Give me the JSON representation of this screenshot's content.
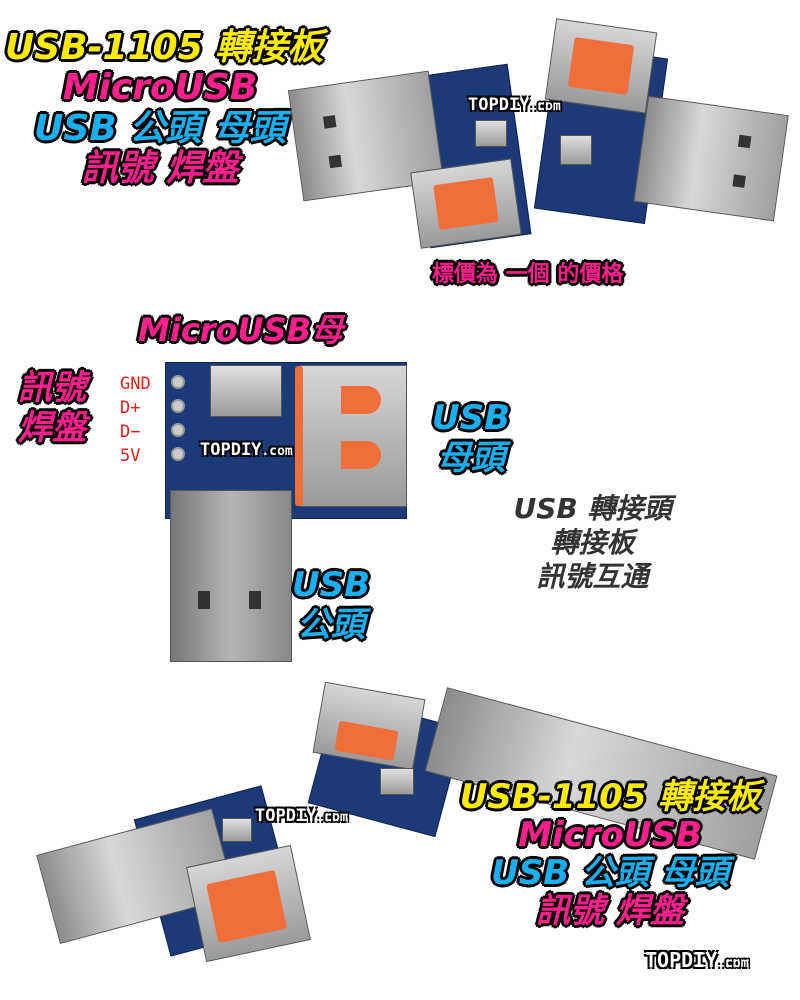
{
  "top_title": {
    "line1": "USB-1105 轉接板",
    "line2": "MicroUSB",
    "line3": "USB 公頭 母頭",
    "line4": "訊號 焊盤"
  },
  "price_note": "標價為 一個 的價格",
  "middle": {
    "micro_label": "MicroUSB母",
    "pad_label": [
      "訊號",
      "焊盤"
    ],
    "pins": [
      "GND",
      "D+",
      "D−",
      "5V"
    ],
    "female_label": [
      "USB",
      "母頭"
    ],
    "male_label": [
      "USB",
      "公頭"
    ],
    "desc": [
      "USB 轉接頭",
      "轉接板",
      "訊號互通"
    ]
  },
  "bottom_title": {
    "line1": "USB-1105 轉接板",
    "line2": "MicroUSB",
    "line3": "USB 公頭 母頭",
    "line4": "訊號 焊盤"
  },
  "watermark": {
    "brand": "TOPDIY",
    "suffix": ".com"
  },
  "colors": {
    "yellow": "#ffeb00",
    "pink": "#ff1f8e",
    "blue": "#1ab0f0",
    "pcb": "#1d3a78",
    "socket_insert": "#f06e3a"
  }
}
